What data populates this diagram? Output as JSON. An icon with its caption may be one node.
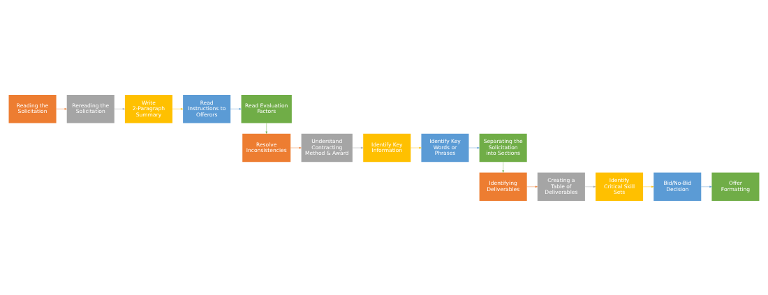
{
  "diagram": {
    "nodes": [
      {
        "text": [
          "Reading the Solicitation"
        ]
      },
      {
        "text": [
          "Rereading the Solicitation"
        ]
      },
      {
        "text": [
          "Write 2-Paragraph Summary"
        ]
      },
      {
        "text": [
          "Read Instructions to Offerors"
        ]
      },
      {
        "text": [
          "Read Evaluation Factors"
        ]
      },
      {
        "text": [
          "Resolve Inconsistencies"
        ]
      },
      {
        "text": [
          "Understand Contracting Method & Award"
        ]
      },
      {
        "text": [
          "Identify Key Information"
        ]
      },
      {
        "text": [
          "Identify Key Words or Phrases"
        ]
      },
      {
        "text": [
          "Separating the Solicitation into Sections"
        ]
      },
      {
        "text": [
          "Identifying Deliverables"
        ]
      },
      {
        "text": [
          "Creating a Table of Deliverables"
        ]
      },
      {
        "text": [
          "Identify Critical Skill Sets"
        ]
      },
      {
        "text": [
          "Bid/No-Bid Decision"
        ]
      },
      {
        "text": [
          "Offer Formatting"
        ]
      }
    ],
    "edges": [
      {
        "from": 0,
        "to": 1,
        "arrow": "to",
        "color": "#ed7d31"
      },
      {
        "from": 1,
        "to": 2,
        "arrow": "to",
        "color": "#a5a5a5"
      },
      {
        "from": 2,
        "to": 3,
        "arrow": "to",
        "color": "#ffc000"
      },
      {
        "from": 3,
        "to": 4,
        "arrow": "to",
        "color": "#5b9bd5"
      },
      {
        "from": 4,
        "to": 5,
        "arrow": "to",
        "color": "#70ad47"
      },
      {
        "from": 5,
        "to": 6,
        "arrow": "to",
        "color": "#ed7d31"
      },
      {
        "from": 6,
        "to": 7,
        "arrow": "to",
        "color": "#a5a5a5"
      },
      {
        "from": 7,
        "to": 8,
        "arrow": "to",
        "color": "#ffc000"
      },
      {
        "from": 8,
        "to": 9,
        "arrow": "to",
        "color": "#5b9bd5"
      },
      {
        "from": 9,
        "to": 10,
        "arrow": "to",
        "color": "#70ad47"
      },
      {
        "from": 10,
        "to": 11,
        "arrow": "to",
        "color": "#ed7d31"
      },
      {
        "from": 11,
        "to": 12,
        "arrow": "to",
        "color": "#a5a5a5"
      },
      {
        "from": 12,
        "to": 13,
        "arrow": "to",
        "color": "#ffc000"
      },
      {
        "from": 13,
        "to": 14,
        "arrow": "to",
        "color": "#5b9bd5"
      }
    ]
  }
}
